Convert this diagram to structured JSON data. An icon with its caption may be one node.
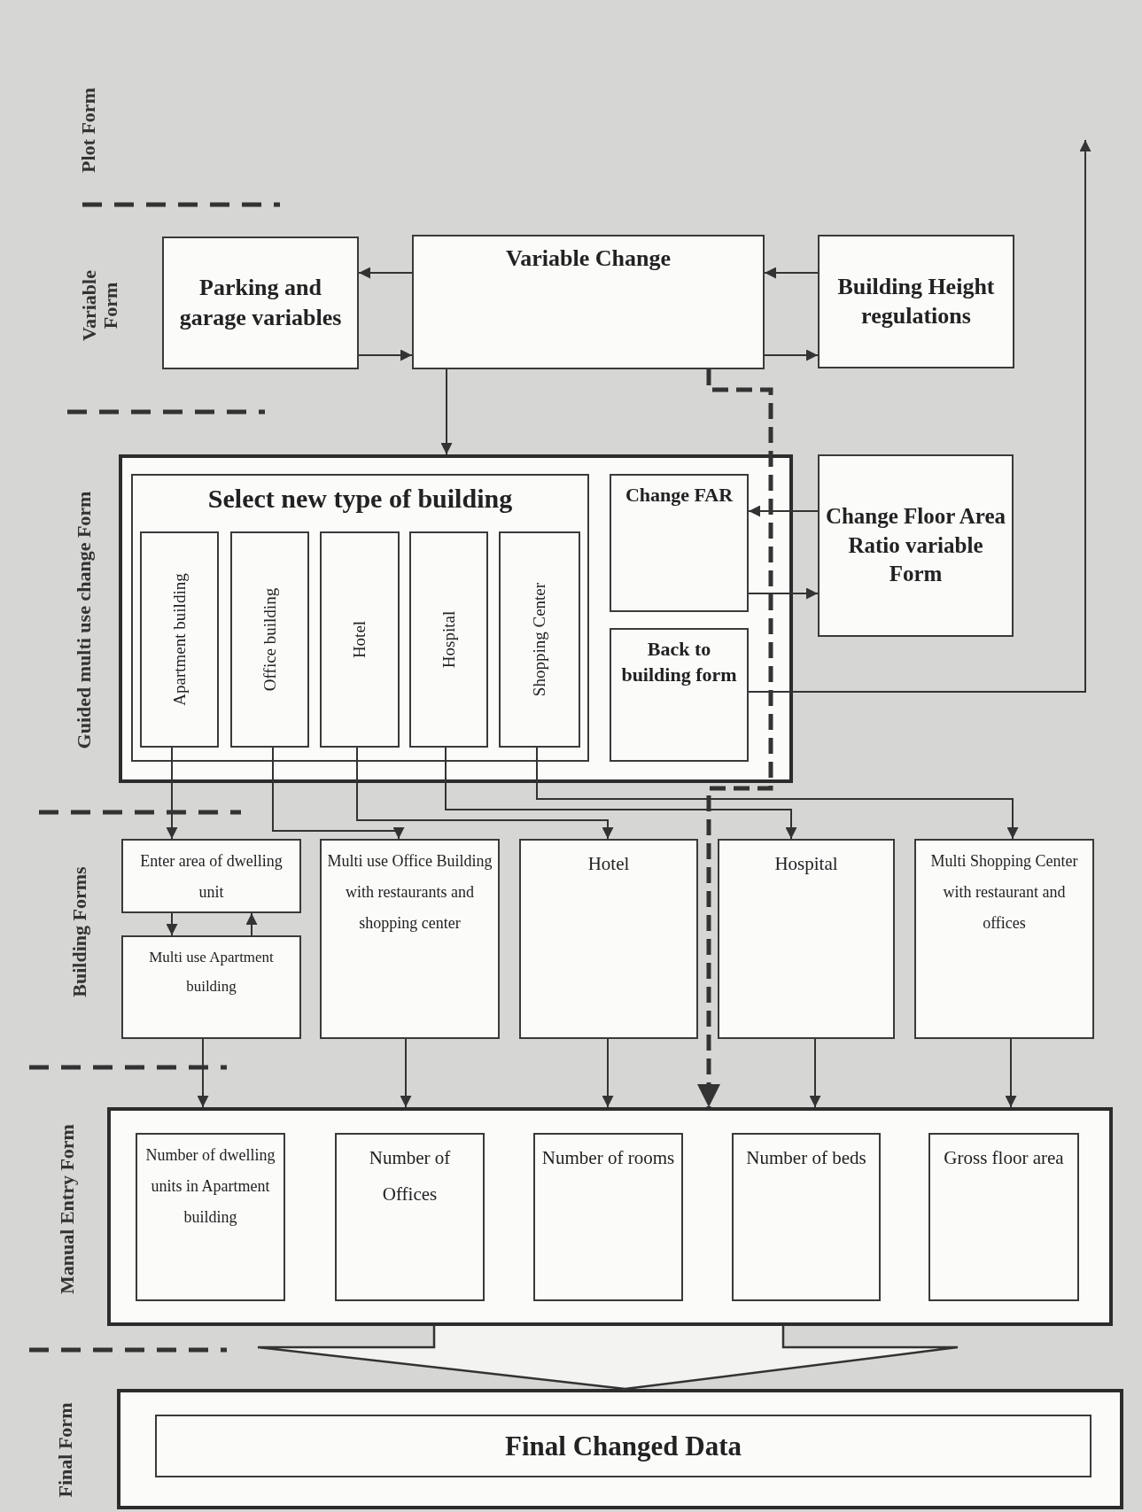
{
  "diagram": {
    "nodes": [
      {
        "text": [
          "Parking and garage variables"
        ]
      },
      {
        "text": [
          "Variable Change"
        ]
      },
      {
        "text": [
          "Building Height regulations"
        ]
      },
      {
        "text": [],
        "shape": "box"
      },
      {
        "text": [
          "Select new type of building"
        ],
        "in": 3
      },
      {
        "text": [
          "Apartment building"
        ],
        "in": 4
      },
      {
        "text": [
          "Office building"
        ],
        "in": 4
      },
      {
        "text": [
          "Hotel"
        ],
        "in": 4
      },
      {
        "text": [
          "Hospital"
        ],
        "in": 4
      },
      {
        "text": [
          "Shopping Center"
        ],
        "in": 4
      },
      {
        "text": [
          "Change FAR"
        ],
        "in": 3
      },
      {
        "text": [
          "Back to building form"
        ],
        "in": 3
      },
      {
        "text": [
          "Change Floor Area Ratio variable Form"
        ]
      },
      {
        "text": [
          "Enter area of dwelling unit"
        ]
      },
      {
        "text": [
          "Multi use Apartment building"
        ]
      },
      {
        "text": [
          "Multi use Office Building with restaurants and shopping center"
        ]
      },
      {
        "text": [
          "Hotel"
        ]
      },
      {
        "text": [
          "Hospital"
        ]
      },
      {
        "text": [
          "Multi Shopping Center with restaurant and offices"
        ]
      },
      {
        "text": [],
        "shape": "box"
      },
      {
        "text": [
          "Number of dwelling units in Apartment building"
        ],
        "in": 19
      },
      {
        "text": [
          "Number of Offices"
        ],
        "in": 19
      },
      {
        "text": [
          "Number of rooms"
        ],
        "in": 19
      },
      {
        "text": [
          "Number of beds"
        ],
        "in": 19
      },
      {
        "text": [
          "Gross floor area"
        ],
        "in": 19
      },
      {
        "text": [],
        "shape": "box"
      },
      {
        "text": [
          "Final Changed Data"
        ],
        "in": 25
      }
    ],
    "edges": [
      {
        "from": 1,
        "to": 0,
        "arrow": "to"
      },
      {
        "from": 0,
        "to": 1,
        "arrow": "to"
      },
      {
        "from": 2,
        "to": 1,
        "arrow": "to"
      },
      {
        "from": 1,
        "to": 2,
        "arrow": "to"
      },
      {
        "from": 1,
        "to": 3,
        "arrow": "to"
      },
      {
        "from": 1,
        "to": 19,
        "arrow": "to",
        "style": "dashed"
      },
      {
        "from": 12,
        "to": 10,
        "arrow": "to"
      },
      {
        "from": 10,
        "to": 12,
        "arrow": "to"
      },
      {
        "from": 11,
        "to": null,
        "arrow": "to"
      },
      {
        "from": 5,
        "to": 13,
        "arrow": "to"
      },
      {
        "from": 6,
        "to": 15,
        "arrow": "to"
      },
      {
        "from": 7,
        "to": 16,
        "arrow": "to"
      },
      {
        "from": 8,
        "to": 17,
        "arrow": "to"
      },
      {
        "from": 9,
        "to": 18,
        "arrow": "to"
      },
      {
        "from": 13,
        "to": 14,
        "arrow": "to"
      },
      {
        "from": 14,
        "to": 13,
        "arrow": "to"
      },
      {
        "from": 14,
        "to": 19,
        "arrow": "to"
      },
      {
        "from": 15,
        "to": 19,
        "arrow": "to"
      },
      {
        "from": 16,
        "to": 19,
        "arrow": "to"
      },
      {
        "from": 17,
        "to": 19,
        "arrow": "to"
      },
      {
        "from": 18,
        "to": 19,
        "arrow": "to"
      },
      {
        "from": 19,
        "to": 25,
        "arrow": "to"
      }
    ],
    "labels": [
      "Plot Form",
      "Variable Form",
      "Guided multi use change Form",
      "Building Forms",
      "Manual Entry Form",
      "Final Form"
    ]
  }
}
